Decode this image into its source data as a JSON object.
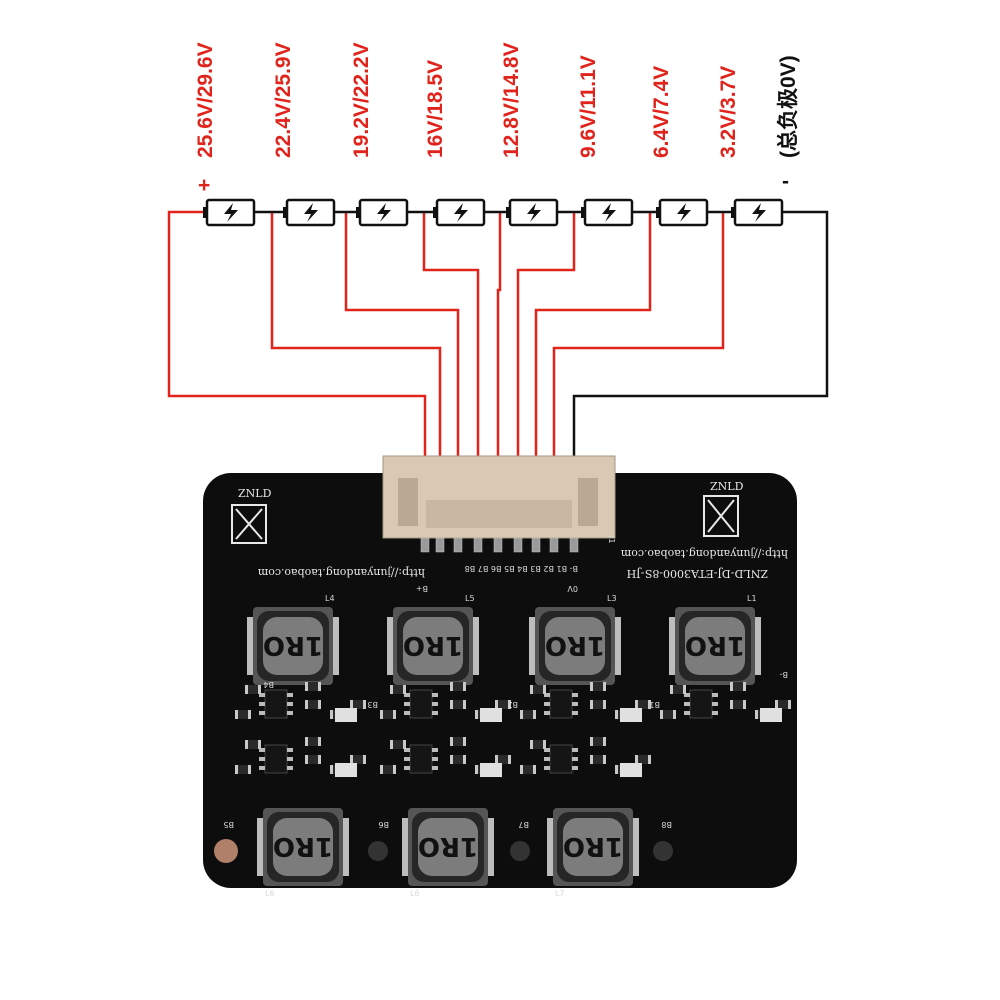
{
  "voltage_labels": [
    {
      "text": "25.6V/29.6V",
      "color": "#e0241c"
    },
    {
      "text": "22.4V/25.9V",
      "color": "#e0241c"
    },
    {
      "text": "19.2V/22.2V",
      "color": "#e0241c"
    },
    {
      "text": "16V/18.5V",
      "color": "#e0241c"
    },
    {
      "text": "12.8V/14.8V",
      "color": "#e0241c"
    },
    {
      "text": "9.6V/11.1V",
      "color": "#e0241c"
    },
    {
      "text": "6.4V/7.4V",
      "color": "#e0241c"
    },
    {
      "text": "3.2V/3.7V",
      "color": "#e0241c"
    },
    {
      "text": "(总负极0V)",
      "color": "#111111"
    }
  ],
  "polarity": {
    "plus": "+",
    "minus": "-"
  },
  "battery_icon": "lightning-bolt-icon",
  "colors": {
    "wire_red": "#e0241c",
    "wire_black": "#111111",
    "pcb": "#0d0d0d",
    "connector": "#d9c9b3"
  },
  "board": {
    "logo_text": "ZNLD",
    "url_text": "http://junyandong.taobao.com",
    "model_text": "ZNLD-DJ-ETA3000-8S-JH",
    "connector_label": "J1",
    "pin_labels": "B- B1 B2 B3 B4 B5 B6 B7 B8",
    "b_plus": "B+",
    "zero_v": "0V",
    "b_minus": "B-",
    "inductor_marking": "1RO",
    "inductor_refs": [
      "L4",
      "L5",
      "L3",
      "L1",
      "L6",
      "L6",
      "L7"
    ],
    "side_labels": [
      "B4",
      "B3",
      "B2",
      "B1",
      "B5",
      "B6",
      "B7",
      "B8"
    ]
  }
}
